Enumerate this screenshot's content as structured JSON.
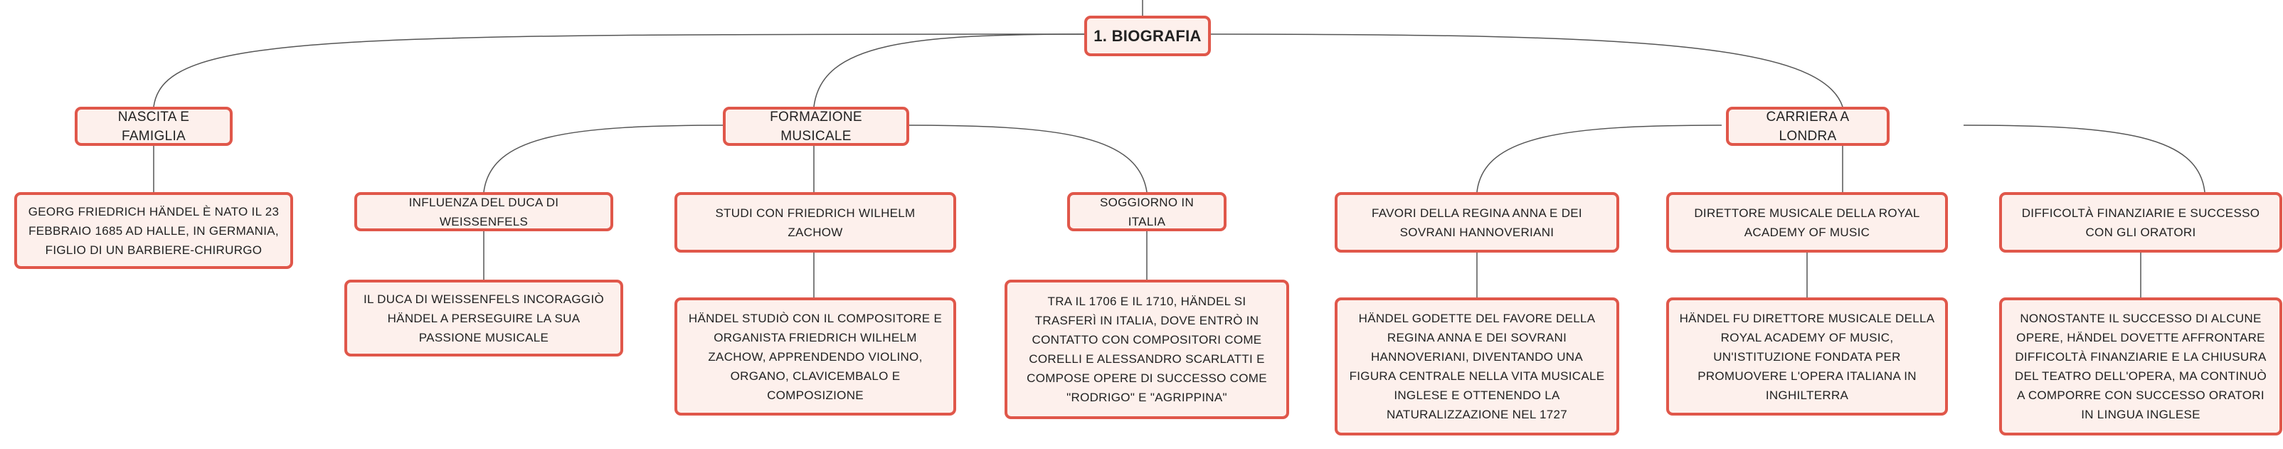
{
  "root": "1. BIOGRAFIA",
  "branches": [
    {
      "title": "NASCITA E FAMIGLIA",
      "children": [
        {
          "title": "GEORG FRIEDRICH HÄNDEL È NATO IL 23 FEBBRAIO 1685 AD HALLE, IN GERMANIA, FIGLIO DI UN BARBIERE-CHIRURGO"
        }
      ]
    },
    {
      "title": "FORMAZIONE MUSICALE",
      "children": [
        {
          "title": "INFLUENZA DEL DUCA DI WEISSENFELS",
          "detail": "IL DUCA DI WEISSENFELS INCORAGGIÒ HÄNDEL A PERSEGUIRE LA SUA PASSIONE MUSICALE"
        },
        {
          "title": "STUDI CON FRIEDRICH WILHELM ZACHOW",
          "detail": "HÄNDEL STUDIÒ CON IL COMPOSITORE E ORGANISTA FRIEDRICH WILHELM ZACHOW, APPRENDENDO VIOLINO, ORGANO, CLAVICEMBALO E COMPOSIZIONE"
        },
        {
          "title": "SOGGIORNO IN ITALIA",
          "detail": "TRA IL 1706 E IL 1710, HÄNDEL SI TRASFERÌ IN ITALIA, DOVE ENTRÒ IN CONTATTO CON COMPOSITORI COME CORELLI E ALESSANDRO SCARLATTI E COMPOSE OPERE DI SUCCESSO COME \"RODRIGO\" E \"AGRIPPINA\""
        }
      ]
    },
    {
      "title": "CARRIERA A LONDRA",
      "children": [
        {
          "title": "FAVORI DELLA REGINA ANNA E DEI SOVRANI HANNOVERIANI",
          "detail": "HÄNDEL GODETTE DEL FAVORE DELLA REGINA ANNA E DEI SOVRANI HANNOVERIANI, DIVENTANDO UNA FIGURA CENTRALE NELLA VITA MUSICALE INGLESE E OTTENENDO LA NATURALIZZAZIONE NEL 1727"
        },
        {
          "title": "DIRETTORE MUSICALE DELLA ROYAL ACADEMY OF MUSIC",
          "detail": "HÄNDEL FU DIRETTORE MUSICALE DELLA ROYAL ACADEMY OF MUSIC, UN'ISTITUZIONE FONDATA PER PROMUOVERE L'OPERA ITALIANA IN INGHILTERRA"
        },
        {
          "title": "DIFFICOLTÀ FINANZIARIE E SUCCESSO CON GLI ORATORI",
          "detail": "NONOSTANTE IL SUCCESSO DI ALCUNE OPERE, HÄNDEL DOVETTE AFFRONTARE DIFFICOLTÀ FINANZIARIE E LA CHIUSURA DEL TEATRO DELL'OPERA, MA CONTINUÒ A COMPORRE CON SUCCESSO ORATORI IN LINGUA INGLESE"
        }
      ]
    }
  ]
}
